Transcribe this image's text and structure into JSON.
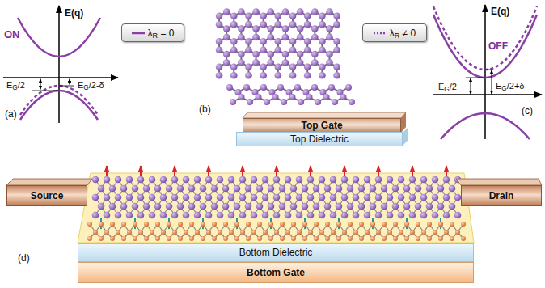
{
  "diagram": {
    "nodes": [
      {
        "text": [
          "λR = 0"
        ]
      },
      {
        "text": [
          "λR ≠ 0"
        ]
      },
      {
        "text": [
          "Top Gate"
        ]
      },
      {
        "text": [
          "Top Dielectric"
        ]
      },
      {
        "text": [
          "Source"
        ]
      },
      {
        "text": [
          "Drain"
        ]
      },
      {
        "text": [
          "Bottom Dielectric"
        ]
      },
      {
        "text": [
          "Bottom Gate"
        ]
      }
    ],
    "labels": [
      "E(q)",
      "ON",
      "EG/2",
      "EG/2-δ",
      "(a)",
      "(b)",
      "E(q)",
      "OFF",
      "EG/2",
      "EG/2+δ",
      "(c)",
      "(d)"
    ]
  }
}
